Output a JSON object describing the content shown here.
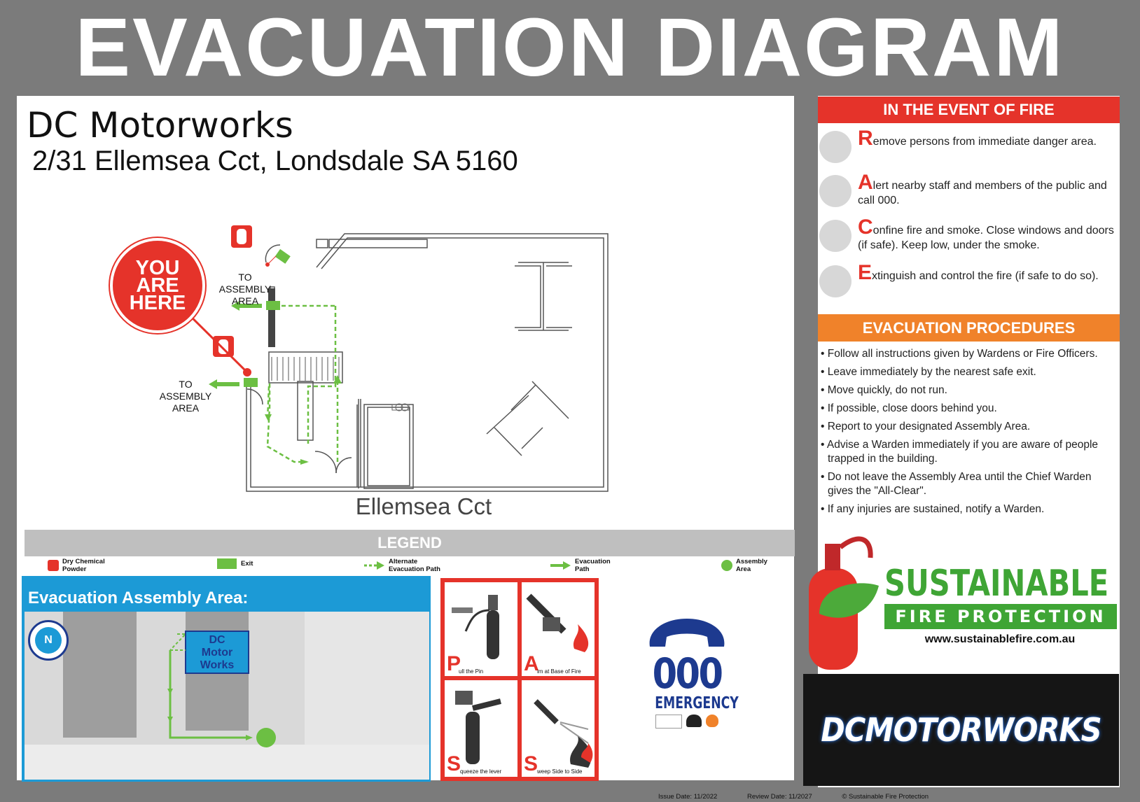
{
  "header": {
    "title": "EVACUATION DIAGRAM"
  },
  "site": {
    "name": "DC Motorworks",
    "address": "2/31 Ellemsea Cct, Londsdale SA 5160",
    "street": "Ellemsea Cct"
  },
  "map": {
    "you_are_here": [
      "YOU",
      "ARE",
      "HERE"
    ],
    "to_assembly_1": [
      "TO",
      "ASSEMBLY",
      "AREA"
    ],
    "to_assembly_2": [
      "TO",
      "ASSEMBLY",
      "AREA"
    ]
  },
  "legend": {
    "title": "LEGEND",
    "items": [
      {
        "label_1": "Dry Chemical",
        "label_2": "Powder"
      },
      {
        "label_1": "Exit",
        "label_2": ""
      },
      {
        "label_1": "Alternate",
        "label_2": "Evacuation Path"
      },
      {
        "label_1": "Evacuation",
        "label_2": "Path"
      },
      {
        "label_1": "Assembly",
        "label_2": "Area"
      }
    ]
  },
  "assembly_area": {
    "title": "Evacuation Assembly Area:",
    "north": "N",
    "building": [
      "DC",
      "Motor",
      "Works"
    ]
  },
  "pass": {
    "steps": [
      {
        "letter": "P",
        "caption": "ull the Pin"
      },
      {
        "letter": "A",
        "caption": "im at Base of Fire"
      },
      {
        "letter": "S",
        "caption": "queeze the lever"
      },
      {
        "letter": "S",
        "caption": "weep Side to Side"
      }
    ]
  },
  "emergency": {
    "number": "000",
    "label": "EMERGENCY"
  },
  "fire": {
    "heading": "IN THE EVENT OF FIRE",
    "steps": [
      {
        "letter": "R",
        "text": "emove persons from immediate danger area.",
        "icon": "person-rescue-icon"
      },
      {
        "letter": "A",
        "text": "lert nearby staff and members of the public and call 000.",
        "icon": "phone-icon"
      },
      {
        "letter": "C",
        "text": "onfine fire and smoke. Close windows and doors (if safe). Keep low, under the smoke.",
        "icon": "door-icon"
      },
      {
        "letter": "E",
        "text": "xtinguish and control the fire (if safe to do so).",
        "icon": "extinguisher-icon"
      }
    ]
  },
  "procedures": {
    "heading": "EVACUATION PROCEDURES",
    "items": [
      "Follow all instructions given by Wardens or Fire Officers.",
      "Leave immediately by the nearest safe exit.",
      "Move quickly, do not run.",
      "If possible, close doors behind you.",
      "Report to your designated Assembly Area.",
      "Advise a Warden immediately if you are aware of people trapped in the building.",
      "Do not leave the Assembly Area until the Chief Warden gives the \"All-Clear\".",
      "If any injuries are sustained, notify a Warden."
    ]
  },
  "brand": {
    "line1": "SUSTAINABLE",
    "line2": "FIRE PROTECTION",
    "url": "www.sustainablefire.com.au",
    "client_logo": "DCMOTORWORKS"
  },
  "footer": {
    "issue": "Issue Date: 11/2022",
    "review": "Review Date: 11/2027",
    "copyright": "© Sustainable Fire Protection"
  },
  "colors": {
    "red": "#e5332a",
    "orange": "#f0822a",
    "green": "#6cbf43",
    "blue": "#1c9ad6",
    "navy": "#1d3a8f"
  }
}
